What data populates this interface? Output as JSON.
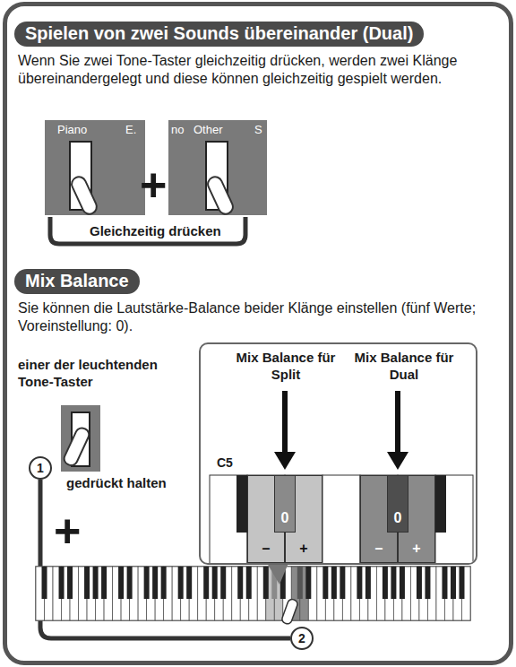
{
  "diagram": {
    "nodes": [
      {
        "text": [
          "Spielen von zwei Sounds übereinander (Dual)"
        ]
      },
      {
        "text": [
          "Mix Balance"
        ]
      },
      {
        "text": [
          "Mix Balance für Split",
          "Mix Balance für Dual",
          "C5"
        ]
      },
      {
        "text": [
          "0"
        ],
        "in": 2
      },
      {
        "text": [
          "–"
        ],
        "in": 2
      },
      {
        "text": [
          "+"
        ],
        "in": 2
      },
      {
        "text": [
          "0"
        ],
        "in": 2
      },
      {
        "text": [
          "–"
        ],
        "in": 2
      },
      {
        "text": [
          "+"
        ],
        "in": 2
      }
    ],
    "labels": [
      "Wenn Sie zwei Tone-Taster gleichzeitig drücken, werden zwei Klänge übereinandergelegt und diese können gleichzeitig gespielt werden.",
      "Piano",
      "E.",
      "no",
      "Other",
      "S",
      "+",
      "Gleichzeitig drücken",
      "Sie können die Lautstärke-Balance beider Klänge einstellen (fünf Werte; Voreinstellung: 0).",
      "einer der leuchtenden Tone-Taster",
      "1",
      "gedrückt halten",
      "+",
      "2"
    ]
  }
}
